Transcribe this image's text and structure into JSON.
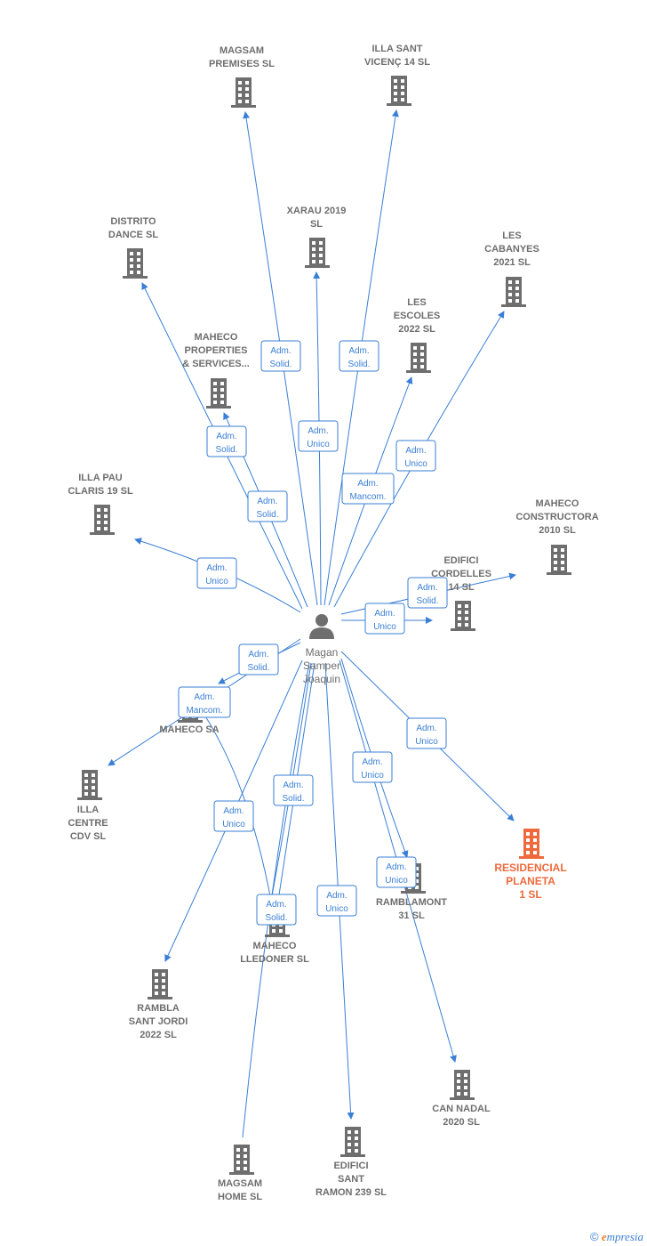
{
  "colors": {
    "edge": "#3a7fd5",
    "node": "#6e6e6e",
    "highlight": "#ee6a3c"
  },
  "center": {
    "icon": "person-icon",
    "label_lines": [
      "Magan",
      "Samper",
      "Joaquin"
    ]
  },
  "nodes": [
    {
      "id": "magsam-premises",
      "lines": [
        "MAGSAM",
        "PREMISES  SL"
      ]
    },
    {
      "id": "illa-sant-vicenc",
      "lines": [
        "ILLA SANT",
        "VICENÇ 14  SL"
      ]
    },
    {
      "id": "xarau",
      "lines": [
        "XARAU 2019",
        "SL"
      ]
    },
    {
      "id": "distrito-dance",
      "lines": [
        "DISTRITO",
        "DANCE  SL"
      ]
    },
    {
      "id": "les-cabanyes",
      "lines": [
        "LES",
        "CABANYES",
        "2021  SL"
      ]
    },
    {
      "id": "les-escoles",
      "lines": [
        "LES",
        "ESCOLES",
        "2022  SL"
      ]
    },
    {
      "id": "maheco-properties",
      "lines": [
        "MAHECO",
        "PROPERTIES",
        "& SERVICES..."
      ]
    },
    {
      "id": "illa-pau-claris",
      "lines": [
        "ILLA PAU",
        "CLARIS 19  SL"
      ]
    },
    {
      "id": "maheco-constructora",
      "lines": [
        "MAHECO",
        "CONSTRUCTORA",
        "2010  SL"
      ]
    },
    {
      "id": "edifici-cordelles",
      "lines": [
        "EDIFICI",
        "CORDELLES",
        "14  SL"
      ]
    },
    {
      "id": "maheco-sa",
      "lines": [
        "MAHECO SA"
      ]
    },
    {
      "id": "illa-centre",
      "lines": [
        "ILLA",
        "CENTRE",
        "CDV  SL"
      ]
    },
    {
      "id": "residencial-planeta",
      "lines": [
        "RESIDENCIAL",
        "PLANETA",
        "1  SL"
      ],
      "highlight": true
    },
    {
      "id": "ramblamont",
      "lines": [
        "RAMBLAMONT",
        "31  SL"
      ]
    },
    {
      "id": "maheco-lledoner",
      "lines": [
        "MAHECO",
        "LLEDONER SL"
      ]
    },
    {
      "id": "rambla-sant-jordi",
      "lines": [
        "RAMBLA",
        "SANT JORDI",
        "2022  SL"
      ]
    },
    {
      "id": "can-nadal",
      "lines": [
        "CAN NADAL",
        "2020  SL"
      ]
    },
    {
      "id": "magsam-home",
      "lines": [
        "MAGSAM",
        "HOME  SL"
      ]
    },
    {
      "id": "edifici-sant-ramon",
      "lines": [
        "EDIFICI",
        "SANT",
        "RAMON 239  SL"
      ]
    }
  ],
  "edges": [
    {
      "to": "magsam-premises",
      "lines": [
        "Adm.",
        "Solid."
      ]
    },
    {
      "to": "illa-sant-vicenc",
      "lines": [
        "Adm.",
        "Solid."
      ]
    },
    {
      "to": "xarau",
      "lines": [
        "Adm.",
        "Unico"
      ]
    },
    {
      "to": "distrito-dance",
      "lines": [
        "Adm.",
        "Solid."
      ]
    },
    {
      "to": "maheco-properties",
      "lines": [
        "Adm.",
        "Solid."
      ]
    },
    {
      "to": "les-escoles",
      "lines": [
        "Adm.",
        "Mancom."
      ]
    },
    {
      "to": "les-cabanyes",
      "lines": [
        "Adm.",
        "Unico"
      ]
    },
    {
      "to": "illa-pau-claris",
      "lines": [
        "Adm.",
        "Unico"
      ]
    },
    {
      "to": "maheco-constructora",
      "lines": [
        "Adm.",
        "Solid."
      ]
    },
    {
      "to": "edifici-cordelles",
      "lines": [
        "Adm.",
        "Unico"
      ]
    },
    {
      "to": "maheco-sa",
      "lines": [
        "Adm.",
        "Solid."
      ]
    },
    {
      "to": "illa-centre",
      "lines": [
        "Adm.",
        "Mancom."
      ]
    },
    {
      "to": "residencial-planeta",
      "lines": [
        "Adm.",
        "Unico"
      ]
    },
    {
      "to": "ramblamont-a",
      "lines": [
        "Adm.",
        "Unico"
      ]
    },
    {
      "to": "ramblamont-b",
      "lines": [
        "Adm.",
        "Unico"
      ]
    },
    {
      "to": "maheco-lledoner-a",
      "lines": [
        "Adm.",
        "Solid."
      ]
    },
    {
      "to": "maheco-lledoner-b",
      "lines": [
        "Adm.",
        "Solid."
      ]
    },
    {
      "to": "rambla-sant-jordi",
      "lines": [
        "Adm.",
        "Unico"
      ]
    },
    {
      "to": "edifici-sant-ramon",
      "lines": [
        "Adm.",
        "Unico"
      ]
    }
  ],
  "footer": {
    "copyright": "©",
    "brand_initial": "e",
    "brand_rest": "mpresia"
  }
}
